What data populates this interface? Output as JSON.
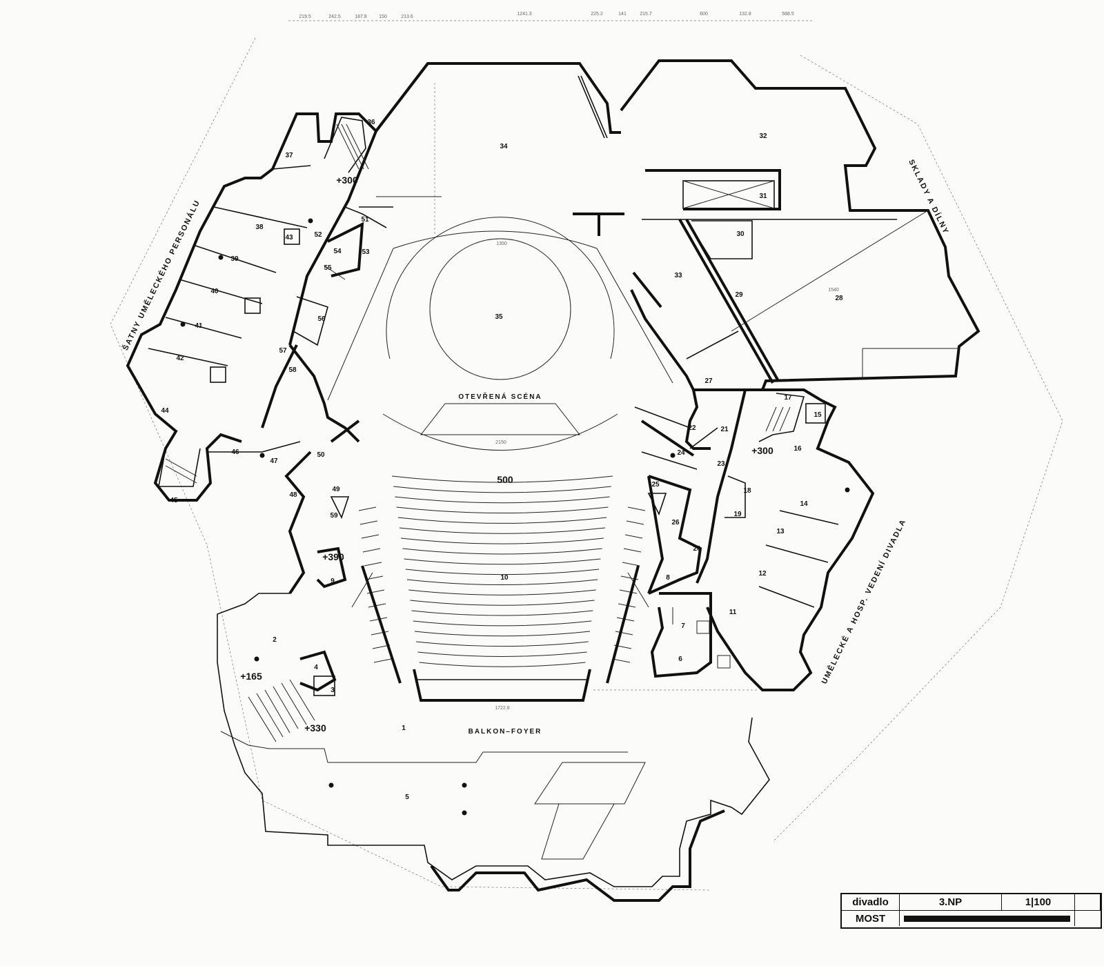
{
  "side_labels": {
    "left": "ŠATNY UMĚLECKÉHO PERSONÁLU",
    "top_right": "SKLADY A DÍLNY",
    "right": "UMĚLECKÉ A HOSP. VEDENÍ DIVADLA"
  },
  "hall_labels": {
    "stage": "OTEVŘENÁ SCÉNA",
    "foyer": "BALKON–FOYER"
  },
  "levels": {
    "top_stair": "+300",
    "right_stair": "+300",
    "left_mid": "+390",
    "foyer_left": "+165",
    "foyer_stair": "+330",
    "auditorium": "500"
  },
  "room_numbers": [
    "1",
    "2",
    "3",
    "4",
    "5",
    "6",
    "7",
    "8",
    "9",
    "10",
    "11",
    "12",
    "13",
    "14",
    "15",
    "16",
    "17",
    "18",
    "19",
    "20",
    "21",
    "22",
    "23",
    "24",
    "25",
    "26",
    "27",
    "28",
    "29",
    "30",
    "31",
    "32",
    "33",
    "34",
    "35",
    "36",
    "37",
    "38",
    "39",
    "40",
    "41",
    "42",
    "43",
    "44",
    "45",
    "46",
    "47",
    "48",
    "49",
    "50",
    "51",
    "52",
    "53",
    "54",
    "55",
    "56",
    "57",
    "58",
    "59"
  ],
  "dimension_labels": {
    "top_row": [
      "219.5",
      "242.5",
      "187.8",
      "150",
      "213.6",
      "1241.3",
      "225.2",
      "141",
      "215.7",
      "600",
      "132.8",
      "588.5"
    ],
    "stage_width": "2150",
    "foyer_width": "1722.8",
    "stage_top": "1350",
    "hall_33": "1540"
  },
  "title_block": {
    "name_line1": "divadlo",
    "name_line2": "MOST",
    "floor": "3.NP",
    "scale": "1|100"
  },
  "colors": {
    "ink": "#111111",
    "paper": "#fbfbfa"
  }
}
